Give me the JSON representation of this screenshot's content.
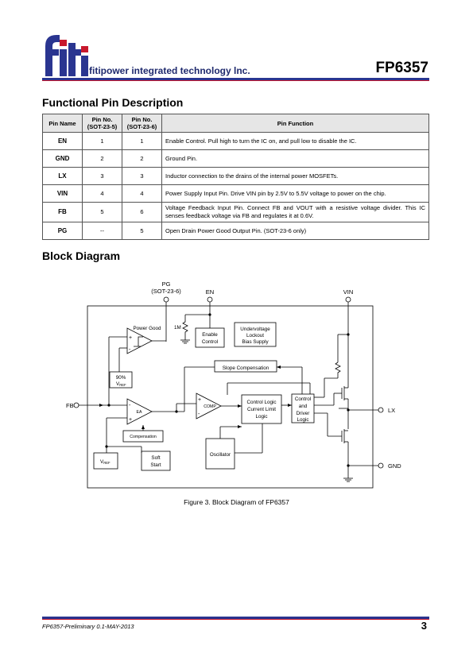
{
  "header": {
    "company": "fitipower integrated technology lnc.",
    "part_number": "FP6357",
    "logo_text": "fiti"
  },
  "pin_section": {
    "title": "Functional Pin Description",
    "columns": [
      "Pin Name",
      "Pin No.",
      "(SOT-23-5)",
      "Pin No.",
      "(SOT-23-6)",
      "Pin Function"
    ],
    "rows": [
      {
        "name": "EN",
        "sot235": "1",
        "sot236": "1",
        "func": "Enable Control.    Pull high to turn the IC on, and pull low to disable the IC."
      },
      {
        "name": "GND",
        "sot235": "2",
        "sot236": "2",
        "func": "Ground Pin."
      },
      {
        "name": "LX",
        "sot235": "3",
        "sot236": "3",
        "func": "Inductor connection to the drains of the internal power MOSFETs."
      },
      {
        "name": "VIN",
        "sot235": "4",
        "sot236": "4",
        "func": "Power Supply Input Pin.    Drive VIN pin by 2.5V to 5.5V voltage to power on the chip."
      },
      {
        "name": "FB",
        "sot235": "5",
        "sot236": "6",
        "func": "Voltage Feedback Input Pin.    Connect FB and VOUT with a resistive voltage divider.    This IC senses feedback voltage via FB and regulates it at 0.6V."
      },
      {
        "name": "PG",
        "sot235": "--",
        "sot236": "5",
        "func": "Open Drain Power Good Output Pin. (SOT-23-6 only)"
      }
    ]
  },
  "block_section": {
    "title": "Block Diagram",
    "caption": "Figure 3. Block Diagram of FP6357",
    "labels": {
      "pg": "PG",
      "pg_pkg": "(SOT-23-6)",
      "en": "EN",
      "vin": "VIN",
      "fb": "FB",
      "lx": "LX",
      "gnd": "GND",
      "power_good": "Power Good",
      "resistor_1m": "1M",
      "enable_control_1": "Enable",
      "enable_control_2": "Control",
      "uvlo_1": "Undervoltage",
      "uvlo_2": "Lockout",
      "uvlo_3": "Bias Supply",
      "pct90": "90%",
      "vref": "V",
      "vref_sub": "REF",
      "slope_comp": "Slope Compensation",
      "comp": "COMP",
      "ea": "EA",
      "ctrl_logic_1": "Control Logic",
      "ctrl_logic_2": "Current Limit",
      "ctrl_logic_3": "Logic",
      "driver_1": "Control",
      "driver_2": "and",
      "driver_3": "Driver",
      "driver_4": "Logic",
      "compensation": "Compensation",
      "soft_start_1": "Soft",
      "soft_start_2": "Start",
      "oscillator": "Oscillator",
      "plus": "+",
      "minus": "-"
    }
  },
  "footer": {
    "doc_id": "FP6357-Preliminary 0.1-MAY-2013",
    "page": "3"
  }
}
